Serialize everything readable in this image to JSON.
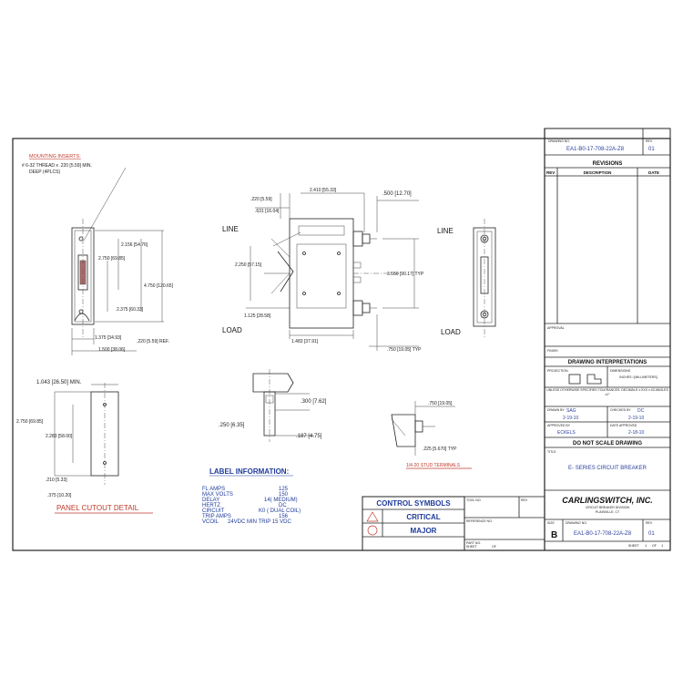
{
  "mounting_inserts": {
    "title": "MOUNTING INSERTS:",
    "line1": "# 6-32 THREAD x .220 [5.59] MIN.",
    "line2": "DEEP (4PLCS)"
  },
  "front_view_dims": [
    "2.156 [54.76]",
    "2.750 [69.85]",
    "4.750 [120.65]",
    "2.375 [60.33]",
    "1.375 [34.93]",
    "1.500 [38.06]",
    ".220 [5.59] REF."
  ],
  "side_view": {
    "line_label": "LINE",
    "load_label": "LOAD",
    "dims": [
      ".220 [5.59]",
      ".631 [16.04]",
      "2.410 [55.33]",
      ".500 [12.70]",
      "2.250 [57.15]",
      "3.550 [90.17] TYP",
      "1.125 [28.58]",
      "1.483 [37.91]",
      ".750 [19.05] TYP"
    ]
  },
  "end_view": {
    "line_label": "LINE",
    "load_label": "LOAD"
  },
  "panel_cutout": {
    "title": "PANEL CUTOUT DETAIL",
    "dims": [
      "1.043 [26.50] MIN.",
      "2.750 [69.85]",
      "2.283 [58.00]",
      ".210 [5.33]",
      ".375 [10.20]"
    ]
  },
  "handle_detail": {
    "dims": [
      ".300 [7.62]",
      ".250 [6.35]",
      ".187 [4.75]"
    ]
  },
  "stud_terminals": {
    "title": "1/4-20 STUD TERMINALS",
    "dims": [
      ".750 [19.05]",
      ".225 [5.670] TYP"
    ]
  },
  "label_information": {
    "title": "LABEL INFORMATION:",
    "rows": [
      {
        "key": "FL AMPS",
        "value": "125"
      },
      {
        "key": "MAX VOLTS",
        "value": "150"
      },
      {
        "key": "DELAY",
        "value": "14( MEDIUM)"
      },
      {
        "key": "HERTZ",
        "value": "DC"
      },
      {
        "key": "CIRCUIT",
        "value": "K0 ( DUAL COIL)"
      },
      {
        "key": "TRIP AMPS",
        "value": "156"
      },
      {
        "key": "VCOIL",
        "value": "24VDC  MIN TRIP 15 VDC"
      }
    ]
  },
  "control_symbols": {
    "title": "CONTROL SYMBOLS",
    "critical": "CRITICAL",
    "major": "MAJOR"
  },
  "title_block": {
    "drawing_no_label": "DRAWING NO.",
    "drawing_no": "EA1-B0-17-708-22A-Z8",
    "rev_label": "REV",
    "rev": "01",
    "revisions_title": "REVISIONS",
    "rev_col_headers": [
      "REV",
      "DESCRIPTION",
      "DATE"
    ],
    "approval_label": "APPROVAL",
    "finish_label": "FINISH",
    "interpretations_title": "DRAWING INTERPRETATIONS",
    "projection_label": "PROJECTION",
    "dimensions_label": "DIMENSIONS",
    "dimensions_values": "INCHES / [MILLIMETERS]",
    "tolerance_text": "UNLESS OTHERWISE SPECIFIED TOLERANCES: DECIMALS ±.XXX ±.02 ANGLES ±1°",
    "drawn_by_label": "DRAWN BY",
    "drawn_by": "SAG",
    "drawn_date": "2-19-10",
    "checked_by_label": "CHECKED BY",
    "checked_by": "DC",
    "checked_date": "2-19-10",
    "approved_by_label": "APPROVED BY",
    "approved_by": "ECKELS",
    "date_approved_label": "DATE APPROVED",
    "date_approved": "2-18-10",
    "do_not_scale": "DO NOT SCALE DRAWING",
    "title_label": "TITLE",
    "title": "E- SERIES CIRCUIT BREAKER",
    "company": "CARLINGSWITCH, INC.",
    "company_sub": "CIRCUIT BREAKER DIVISION",
    "company_city": "PLAINVILLE, CT",
    "size_label": "SIZE",
    "size": "B",
    "dwg_no_label": "DRAWING NO.",
    "rev_bottom": "01",
    "sheet_label": "SHEET",
    "sheet": "1",
    "of_label": "OF",
    "sheets": "1",
    "tool_no_label": "TOOL NO.",
    "reference_label": "REFERENCE NO.",
    "part_label": "PART NO."
  }
}
